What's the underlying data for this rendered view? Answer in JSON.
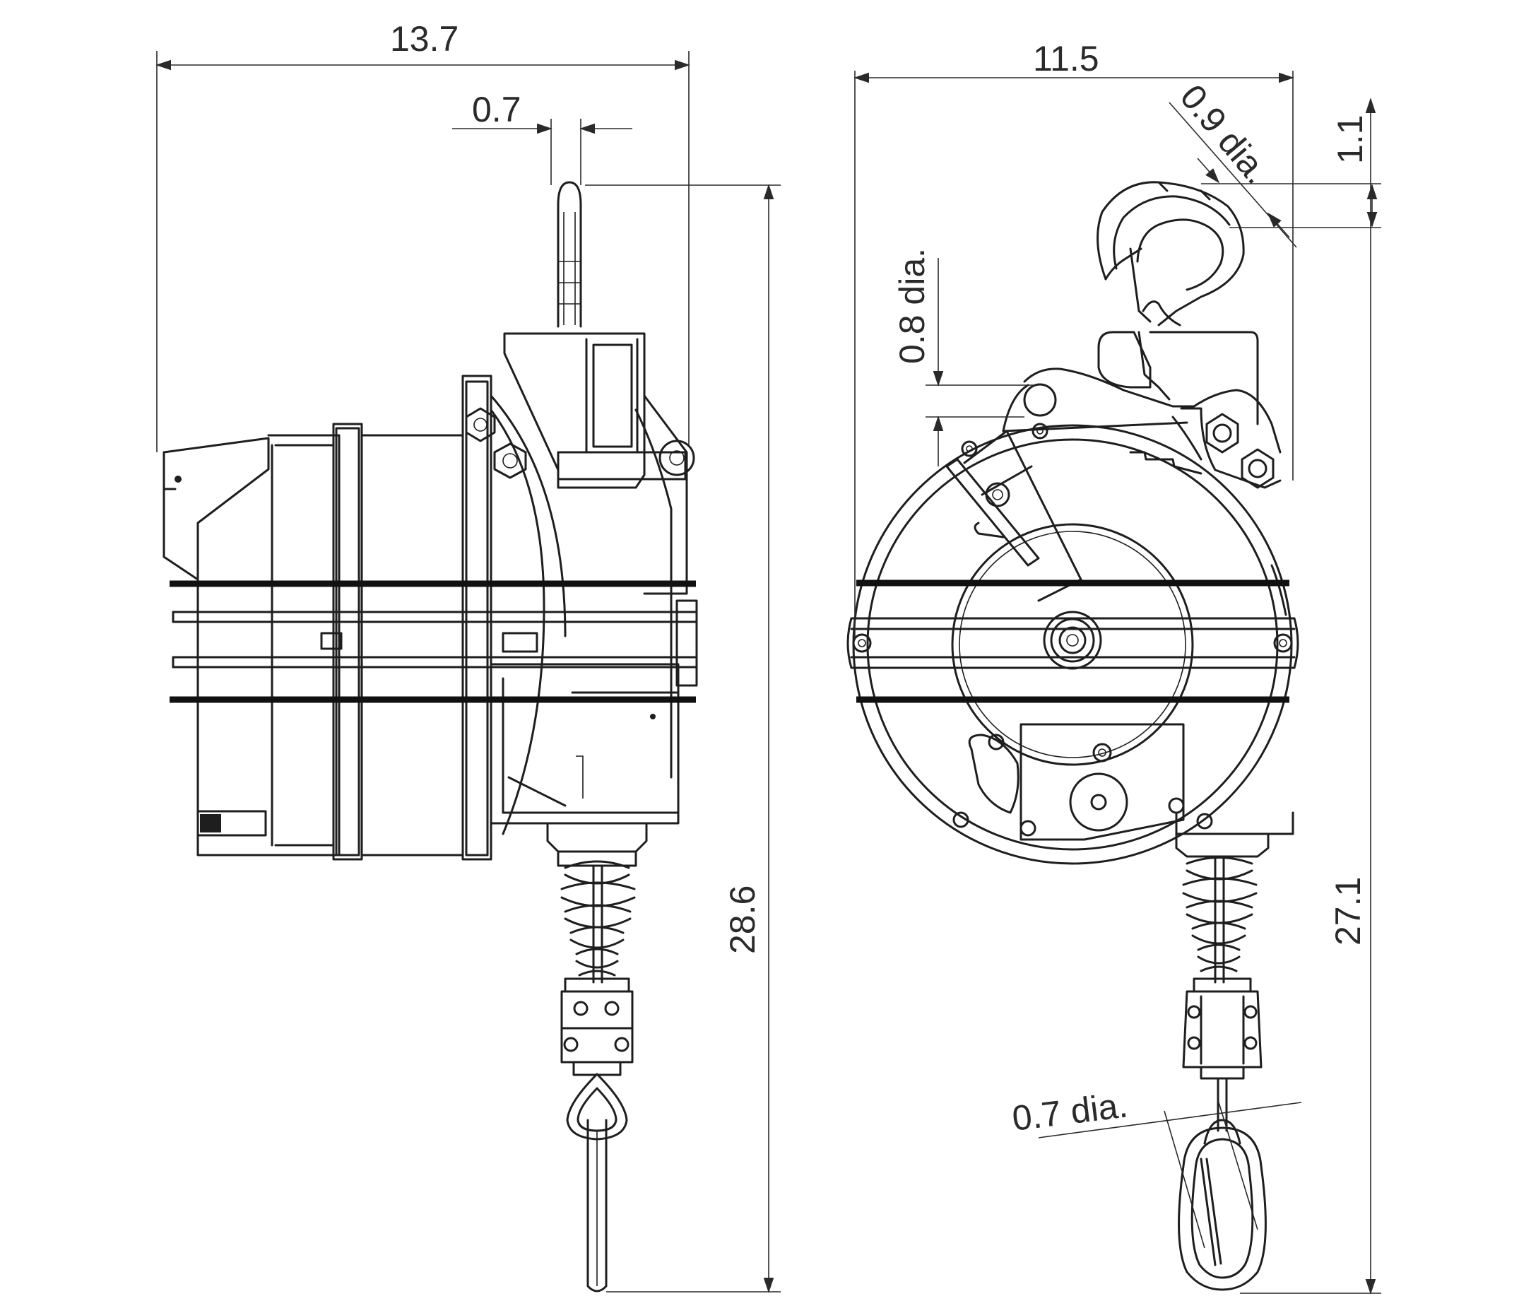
{
  "side_view": {
    "overall_width": "13.7",
    "stem_width": "0.7",
    "overall_height": "28.6"
  },
  "front_view": {
    "overall_width": "11.5",
    "hook_opening": "0.9 dia.",
    "hook_height": "1.1",
    "lug_hole": "0.8 dia.",
    "overall_height": "27.1",
    "snap_hook_wire": "0.7 dia."
  }
}
